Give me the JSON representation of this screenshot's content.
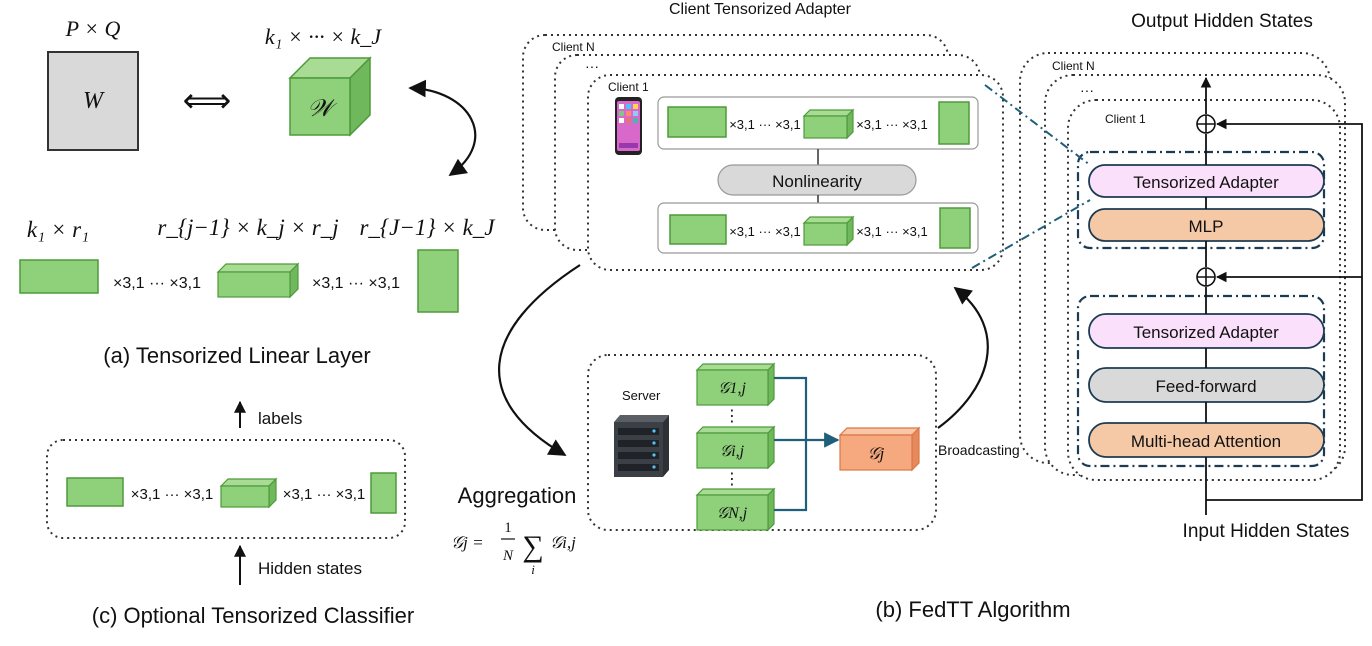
{
  "colors": {
    "green_fill": "#8fd07a",
    "green_stroke": "#4e9a3b",
    "orange_fill": "#f6a97e",
    "orange_stroke": "#d9774a",
    "pink_fill": "#fbe0fb",
    "peach_fill": "#f5c8a6",
    "gray_fill": "#d9d9d9",
    "arrow_teal": "#1f5f7a",
    "frame_navy": "#1c3a52"
  },
  "icons": {
    "phone": "smartphone-icon",
    "server": "server-rack-icon",
    "sum": "circled-plus-icon"
  },
  "panel_a": {
    "matrix_dims": "P × Q",
    "matrix_symbol": "W",
    "tensor_dims": "k₁ × ··· × k_J",
    "tensor_symbol": "𝒲",
    "equivalence": "⟺",
    "shape_first": "k₁ × r₁",
    "shape_middle": "r_{j−1} × k_j × r_j",
    "shape_last": "r_{J−1} × k_J",
    "op1": "×3,1 ··· ×3,1",
    "op2": "×3,1 ··· ×3,1",
    "caption": "(a) Tensorized Linear Layer"
  },
  "panel_c": {
    "labels_text": "labels",
    "hidden_text": "Hidden states",
    "op1": "×3,1 ··· ×3,1",
    "op2": "×3,1 ··· ×3,1",
    "caption": "(c) Optional Tensorized Classifier"
  },
  "panel_b": {
    "client_adapter_title": "Client Tensorized Adapter",
    "client_n": "Client N",
    "ellipsis": "···",
    "client_1": "Client 1",
    "nonlinearity": "Nonlinearity",
    "op1": "×3,1 ··· ×3,1",
    "op2": "×3,1 ··· ×3,1",
    "server_label": "Server",
    "core_1": "𝒢1,j",
    "core_i": "𝒢i,j",
    "core_n": "𝒢N,j",
    "vdots": "⋮",
    "core_agg": "𝒢j",
    "aggregation_title": "Aggregation",
    "agg_formula_lhs": "𝒢j =",
    "agg_formula_num": "1",
    "agg_formula_den": "N",
    "agg_formula_sum": "∑",
    "agg_formula_sub": "i",
    "agg_formula_term": "𝒢i,j",
    "broadcasting": "Broadcasting",
    "caption": "(b) FedTT Algorithm"
  },
  "transformer": {
    "output_title": "Output Hidden States",
    "client_n": "Client N",
    "ellipsis": "···",
    "client_1": "Client 1",
    "tensorized_adapter_top": "Tensorized Adapter",
    "mlp": "MLP",
    "tensorized_adapter_bottom": "Tensorized Adapter",
    "feed_forward": "Feed-forward",
    "multi_head_attention": "Multi-head Attention",
    "input_title": "Input Hidden States"
  }
}
